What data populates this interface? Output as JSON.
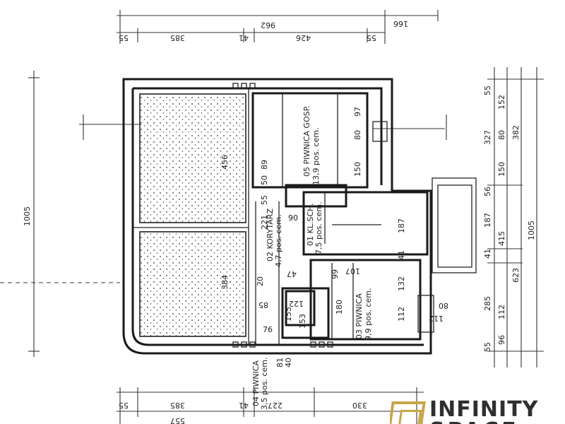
{
  "top_dims": {
    "total": "962",
    "l1": "55",
    "l2": "385",
    "l3": "41",
    "l4": "426",
    "l5": "55",
    "right": "166"
  },
  "bottom_dims": {
    "d1": "55",
    "d2": "385",
    "d3": "41",
    "d4": "227",
    "d5": "330",
    "d6": "557"
  },
  "left_dims": {
    "total": "1005"
  },
  "right_dims": {
    "a55": "55",
    "a152": "152",
    "a327": "327",
    "a80": "80",
    "a382": "382",
    "a150": "150",
    "a56": "56",
    "a187": "187",
    "a415": "415",
    "a41": "41",
    "a623": "623",
    "a285": "285",
    "a112": "112",
    "a96": "96",
    "a55b": "55",
    "total": "1005"
  },
  "rooms": {
    "piwnica_gosp": {
      "name": "05 PIWNICA GOSP.",
      "area": "13,9 pos. cem."
    },
    "kl_sch": {
      "name": "01 KL.SCH.",
      "area": "7,5 pos. cem."
    },
    "korytarz": {
      "name": "02 KORYTARZ",
      "area": "4,7 pos. cem."
    },
    "piwnica_03": {
      "name": "03 PIWNICA",
      "area": "9,9 pos. cem."
    },
    "piwnica_04": {
      "name": "04 PIWNICA",
      "area": "3,5 pos. cem."
    }
  },
  "interior_dims": {
    "d456": "456",
    "d384": "384",
    "d89": "89",
    "d50": "50",
    "d55a": "55",
    "d221": "221",
    "d97": "97",
    "d80": "80",
    "d150": "150",
    "d187": "187",
    "d41": "41",
    "d107": "107",
    "d132": "132",
    "d112": "112",
    "d99": "99",
    "d180": "180",
    "d155": "155",
    "d153": "153",
    "d122": "122",
    "d76": "76",
    "d20": "20",
    "d85": "85",
    "d47": "47",
    "d06": "06",
    "d81": "81",
    "d40": "40",
    "d80b": "80",
    "d112b": "112"
  },
  "logo": {
    "line1": "INFINITY",
    "line2": "SPACE"
  }
}
